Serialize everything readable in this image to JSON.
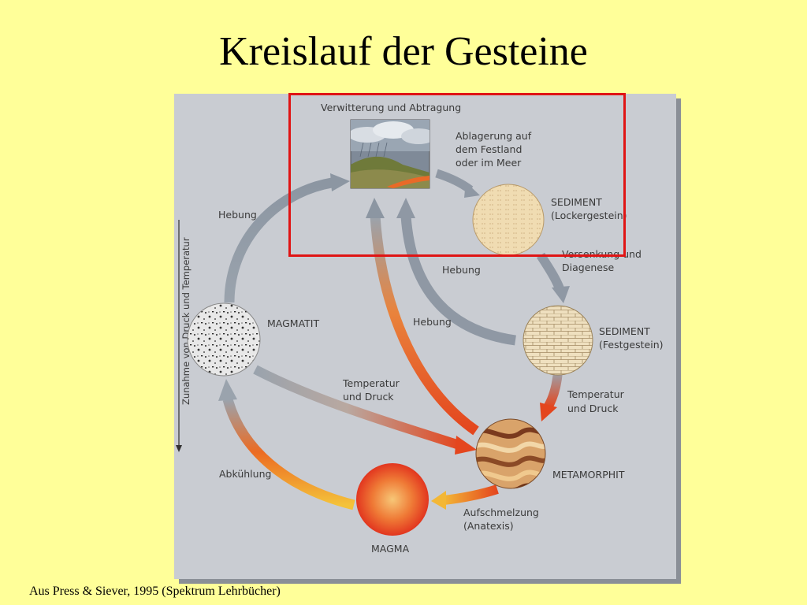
{
  "title": "Kreislauf der Gesteine",
  "source": "Aus Press & Siever, 1995 (Spektrum Lehrbücher)",
  "diagram": {
    "vertical_axis_label": "Zunahme von Druck und Temperatur",
    "nodes": {
      "weathering": "Verwitterung und Abtragung",
      "sediment_loose": {
        "name": "SEDIMENT",
        "sub": "(Lockergestein)"
      },
      "sediment_solid": {
        "name": "SEDIMENT",
        "sub": "(Festgestein)"
      },
      "magmatite": "MAGMATIT",
      "metamorphite": "METAMORPHIT",
      "magma": "MAGMA"
    },
    "processes": {
      "deposition": [
        "Ablagerung auf",
        "dem Festland",
        "oder im Meer"
      ],
      "burial": [
        "Versenkung und",
        "Diagenese"
      ],
      "uplift_left": "Hebung",
      "uplift_mid_upper": "Hebung",
      "uplift_mid_lower": "Hebung",
      "temp_pressure_left": [
        "Temperatur",
        "und Druck"
      ],
      "temp_pressure_right": [
        "Temperatur",
        "und Druck"
      ],
      "cooling": "Abkühlung",
      "melting": [
        "Aufschmelzung",
        "(Anatexis)"
      ]
    }
  }
}
